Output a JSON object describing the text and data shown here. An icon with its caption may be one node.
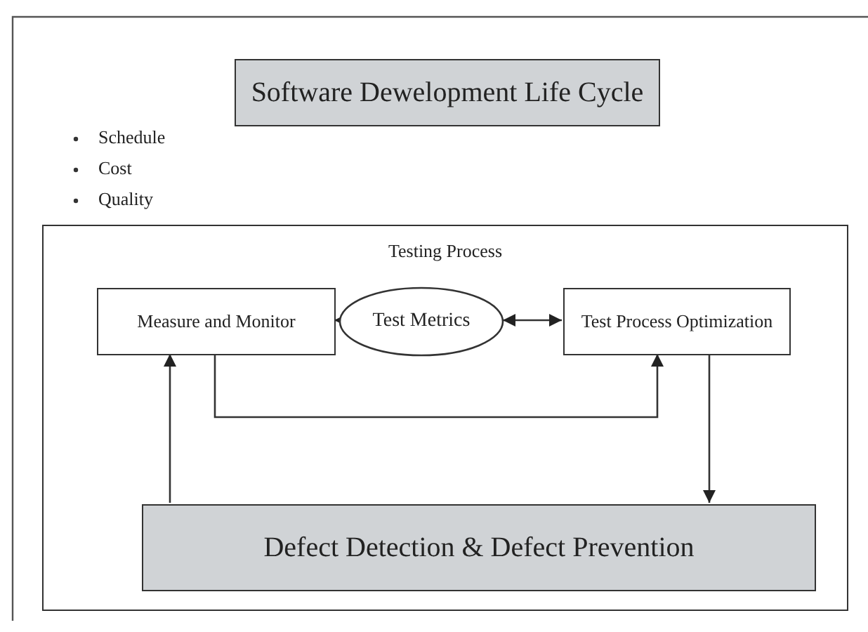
{
  "diagram": {
    "nodes": [
      {
        "text": [
          "Software Dewelopment Life Cycle"
        ]
      },
      {
        "text": [
          "Testing Process"
        ]
      },
      {
        "text": [
          "Measure and Monitor"
        ],
        "in": 1
      },
      {
        "text": [
          "Test Metrics"
        ],
        "in": 1
      },
      {
        "text": [
          "Test Process Optimization"
        ],
        "in": 1
      },
      {
        "text": [
          "Defect Detection & Defect Prevention"
        ],
        "in": 1
      }
    ],
    "edges": [
      {
        "from": 3,
        "to": 2,
        "arrow": "to"
      },
      {
        "from": 3,
        "to": 4,
        "arrow": "both"
      },
      {
        "from": 2,
        "to": 4,
        "arrow": "to"
      },
      {
        "from": 4,
        "to": 5,
        "arrow": "to"
      },
      {
        "from": 5,
        "to": 2,
        "arrow": "to"
      }
    ],
    "labels": [
      "Schedule",
      "Cost",
      "Quality"
    ]
  }
}
